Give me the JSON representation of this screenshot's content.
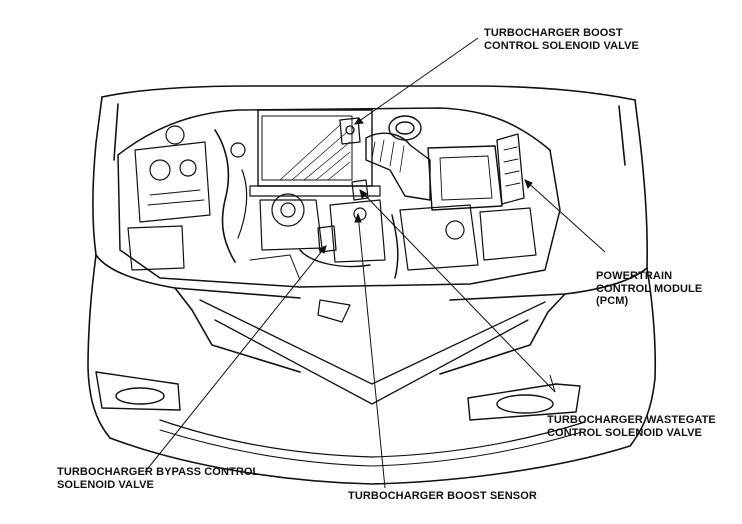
{
  "callouts": {
    "boost_control_valve": {
      "lines": [
        "TURBOCHARGER BOOST",
        "CONTROL SOLENOID VALVE"
      ]
    },
    "pcm": {
      "lines": [
        "POWERTRAIN",
        "CONTROL MODULE",
        "(PCM)"
      ]
    },
    "wastegate_valve": {
      "lines": [
        "TURBOCHARGER WASTEGATE",
        "CONTROL SOLENOID VALVE"
      ]
    },
    "bypass_valve": {
      "lines": [
        "TURBOCHARGER BYPASS CONTROL",
        "SOLENOID VALVE"
      ]
    },
    "boost_sensor": {
      "lines": [
        "TURBOCHARGER BOOST SENSOR"
      ]
    }
  },
  "colors": {
    "ink": "#111111",
    "paper": "#ffffff"
  }
}
